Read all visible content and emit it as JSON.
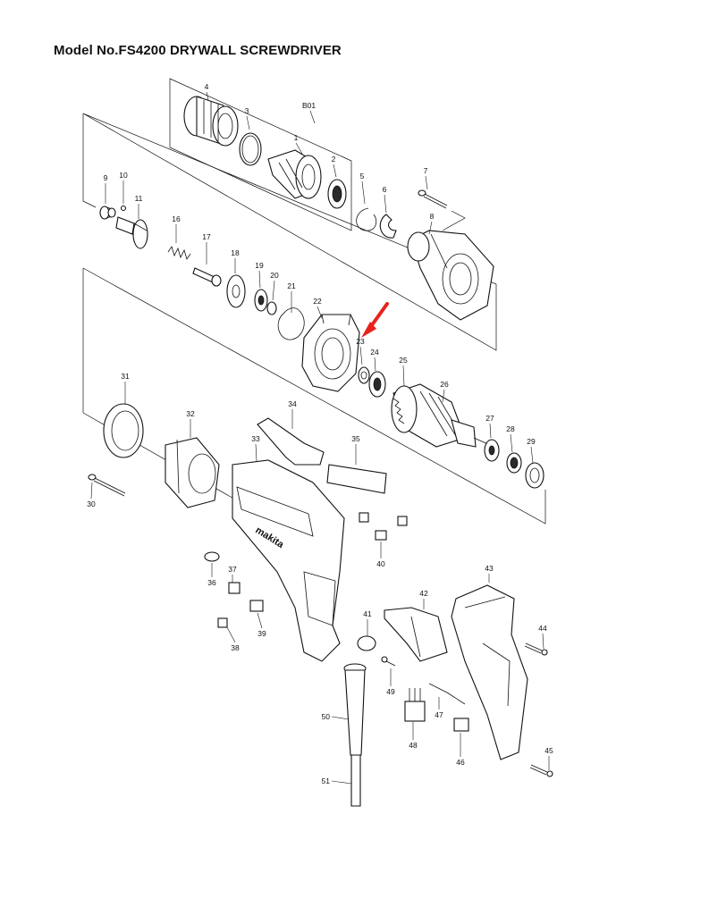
{
  "title": "Model No.FS4200 DRYWALL SCREWDRIVER",
  "assembly_label": "B01",
  "highlight_color": "#e8221b",
  "part_labels": [
    "1",
    "2",
    "3",
    "4",
    "5",
    "6",
    "7",
    "8",
    "9",
    "10",
    "11",
    "16",
    "17",
    "18",
    "19",
    "20",
    "21",
    "22",
    "23",
    "24",
    "25",
    "26",
    "27",
    "28",
    "29",
    "30",
    "31",
    "32",
    "33",
    "34",
    "35",
    "36",
    "37",
    "38",
    "39",
    "40",
    "41",
    "42",
    "43",
    "44",
    "45",
    "46",
    "47",
    "48",
    "49",
    "50",
    "51"
  ],
  "logo_text": "makita"
}
